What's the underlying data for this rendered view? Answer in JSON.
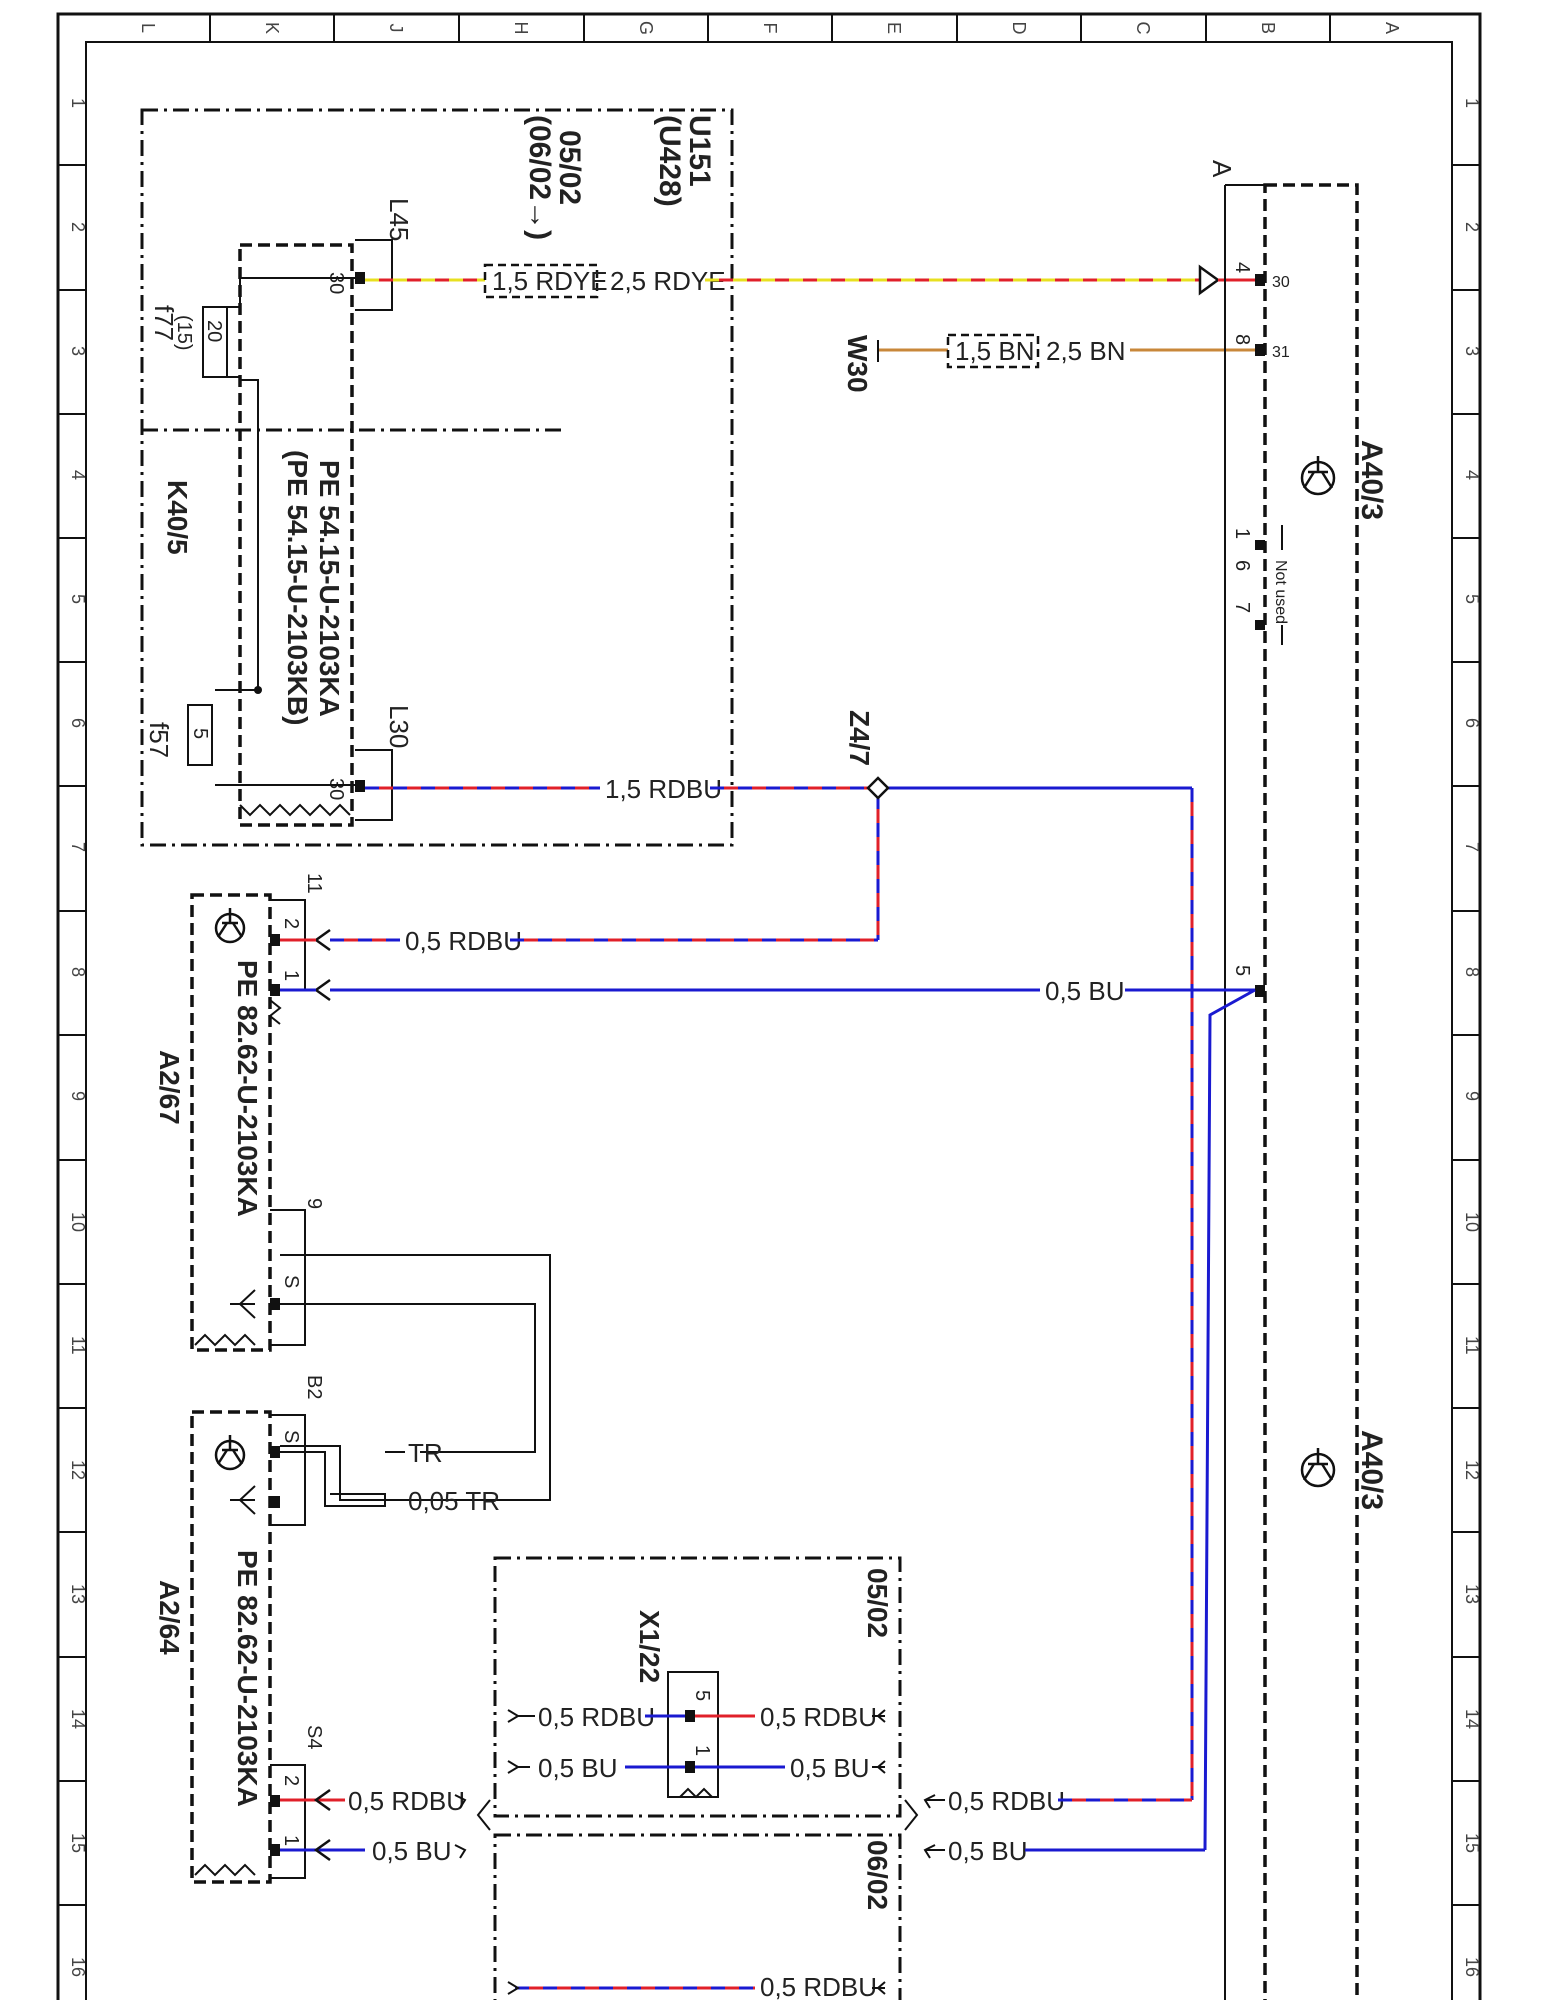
{
  "colors": {
    "red": "#e0202a",
    "blue": "#1a1ad0",
    "yellow": "#e8e020",
    "brown": "#c8873a",
    "black": "#111111"
  },
  "ruler": {
    "letters": [
      "L",
      "K",
      "J",
      "H",
      "G",
      "F",
      "E",
      "D",
      "C",
      "B",
      "A"
    ],
    "numbers": [
      "1",
      "2",
      "3",
      "4",
      "5",
      "6",
      "7",
      "8",
      "9",
      "10",
      "11",
      "12",
      "13",
      "14",
      "15",
      "16"
    ]
  },
  "components": {
    "u151": {
      "name": "U151",
      "sub": "(U428)",
      "ref": "05/02",
      "ref2": "(06/02→)"
    },
    "k40_5": {
      "name": "K40/5",
      "pe1": "PE 54.15-U-2103KA",
      "pe2": "(PE 54.15-U-2103KB)"
    },
    "l45": {
      "name": "L45",
      "pin": "30"
    },
    "l30": {
      "name": "L30",
      "pin": "30"
    },
    "f77": {
      "name": "f77",
      "pos": "(15)",
      "rating": "20"
    },
    "f57": {
      "name": "f57",
      "rating": "5"
    },
    "w30": {
      "name": "W30"
    },
    "z4_7": {
      "name": "Z4/7"
    },
    "a40_3": {
      "name": "A40/3",
      "connector": "A",
      "pins": [
        "4",
        "8",
        "5"
      ],
      "pin_funcs": [
        "30",
        "31"
      ],
      "unused_pins": [
        "1",
        "6",
        "7"
      ],
      "unused_label": "Not used"
    },
    "a2_67": {
      "name": "A2/67",
      "pe": "PE 82.62-U-2103KA",
      "conn1": "11",
      "conn1_pins": [
        "2",
        "1"
      ],
      "conn2": "9",
      "conn2_pin": "S"
    },
    "a2_64": {
      "name": "A2/64",
      "pe": "PE 82.62-U-2103KA",
      "conn1": "B2",
      "conn1_pin": "S",
      "conn2": "S4",
      "conn2_pins": [
        "2",
        "1"
      ]
    },
    "x1_22": {
      "name": "X1/22",
      "pins": [
        "5",
        "1"
      ],
      "ref_top": "05/02",
      "ref_bottom": "06/02"
    }
  },
  "wires": {
    "w1": "2,5 RDYE",
    "w1b": "1,5 RDYE",
    "w2": "2,5 BN",
    "w2b": "1,5 BN",
    "w3": "1,5 RDBU",
    "w4": "0,5 RDBU",
    "w5": "0,5 BU",
    "w6": "TR",
    "w7": "0,05 TR",
    "x_rdbu_l": "0,5 RDBU",
    "x_rdbu_r": "0,5 RDBU",
    "x_bu_l": "0,5 BU",
    "x_bu_r": "0,5 BU",
    "s4_rdbu": "0,5 RDBU",
    "s4_bu": "0,5 BU",
    "a40_rdbu": "0,5 RDBU",
    "a40_bu": "0,5 BU",
    "bottom_rdbu": "0,5 RDBU"
  }
}
